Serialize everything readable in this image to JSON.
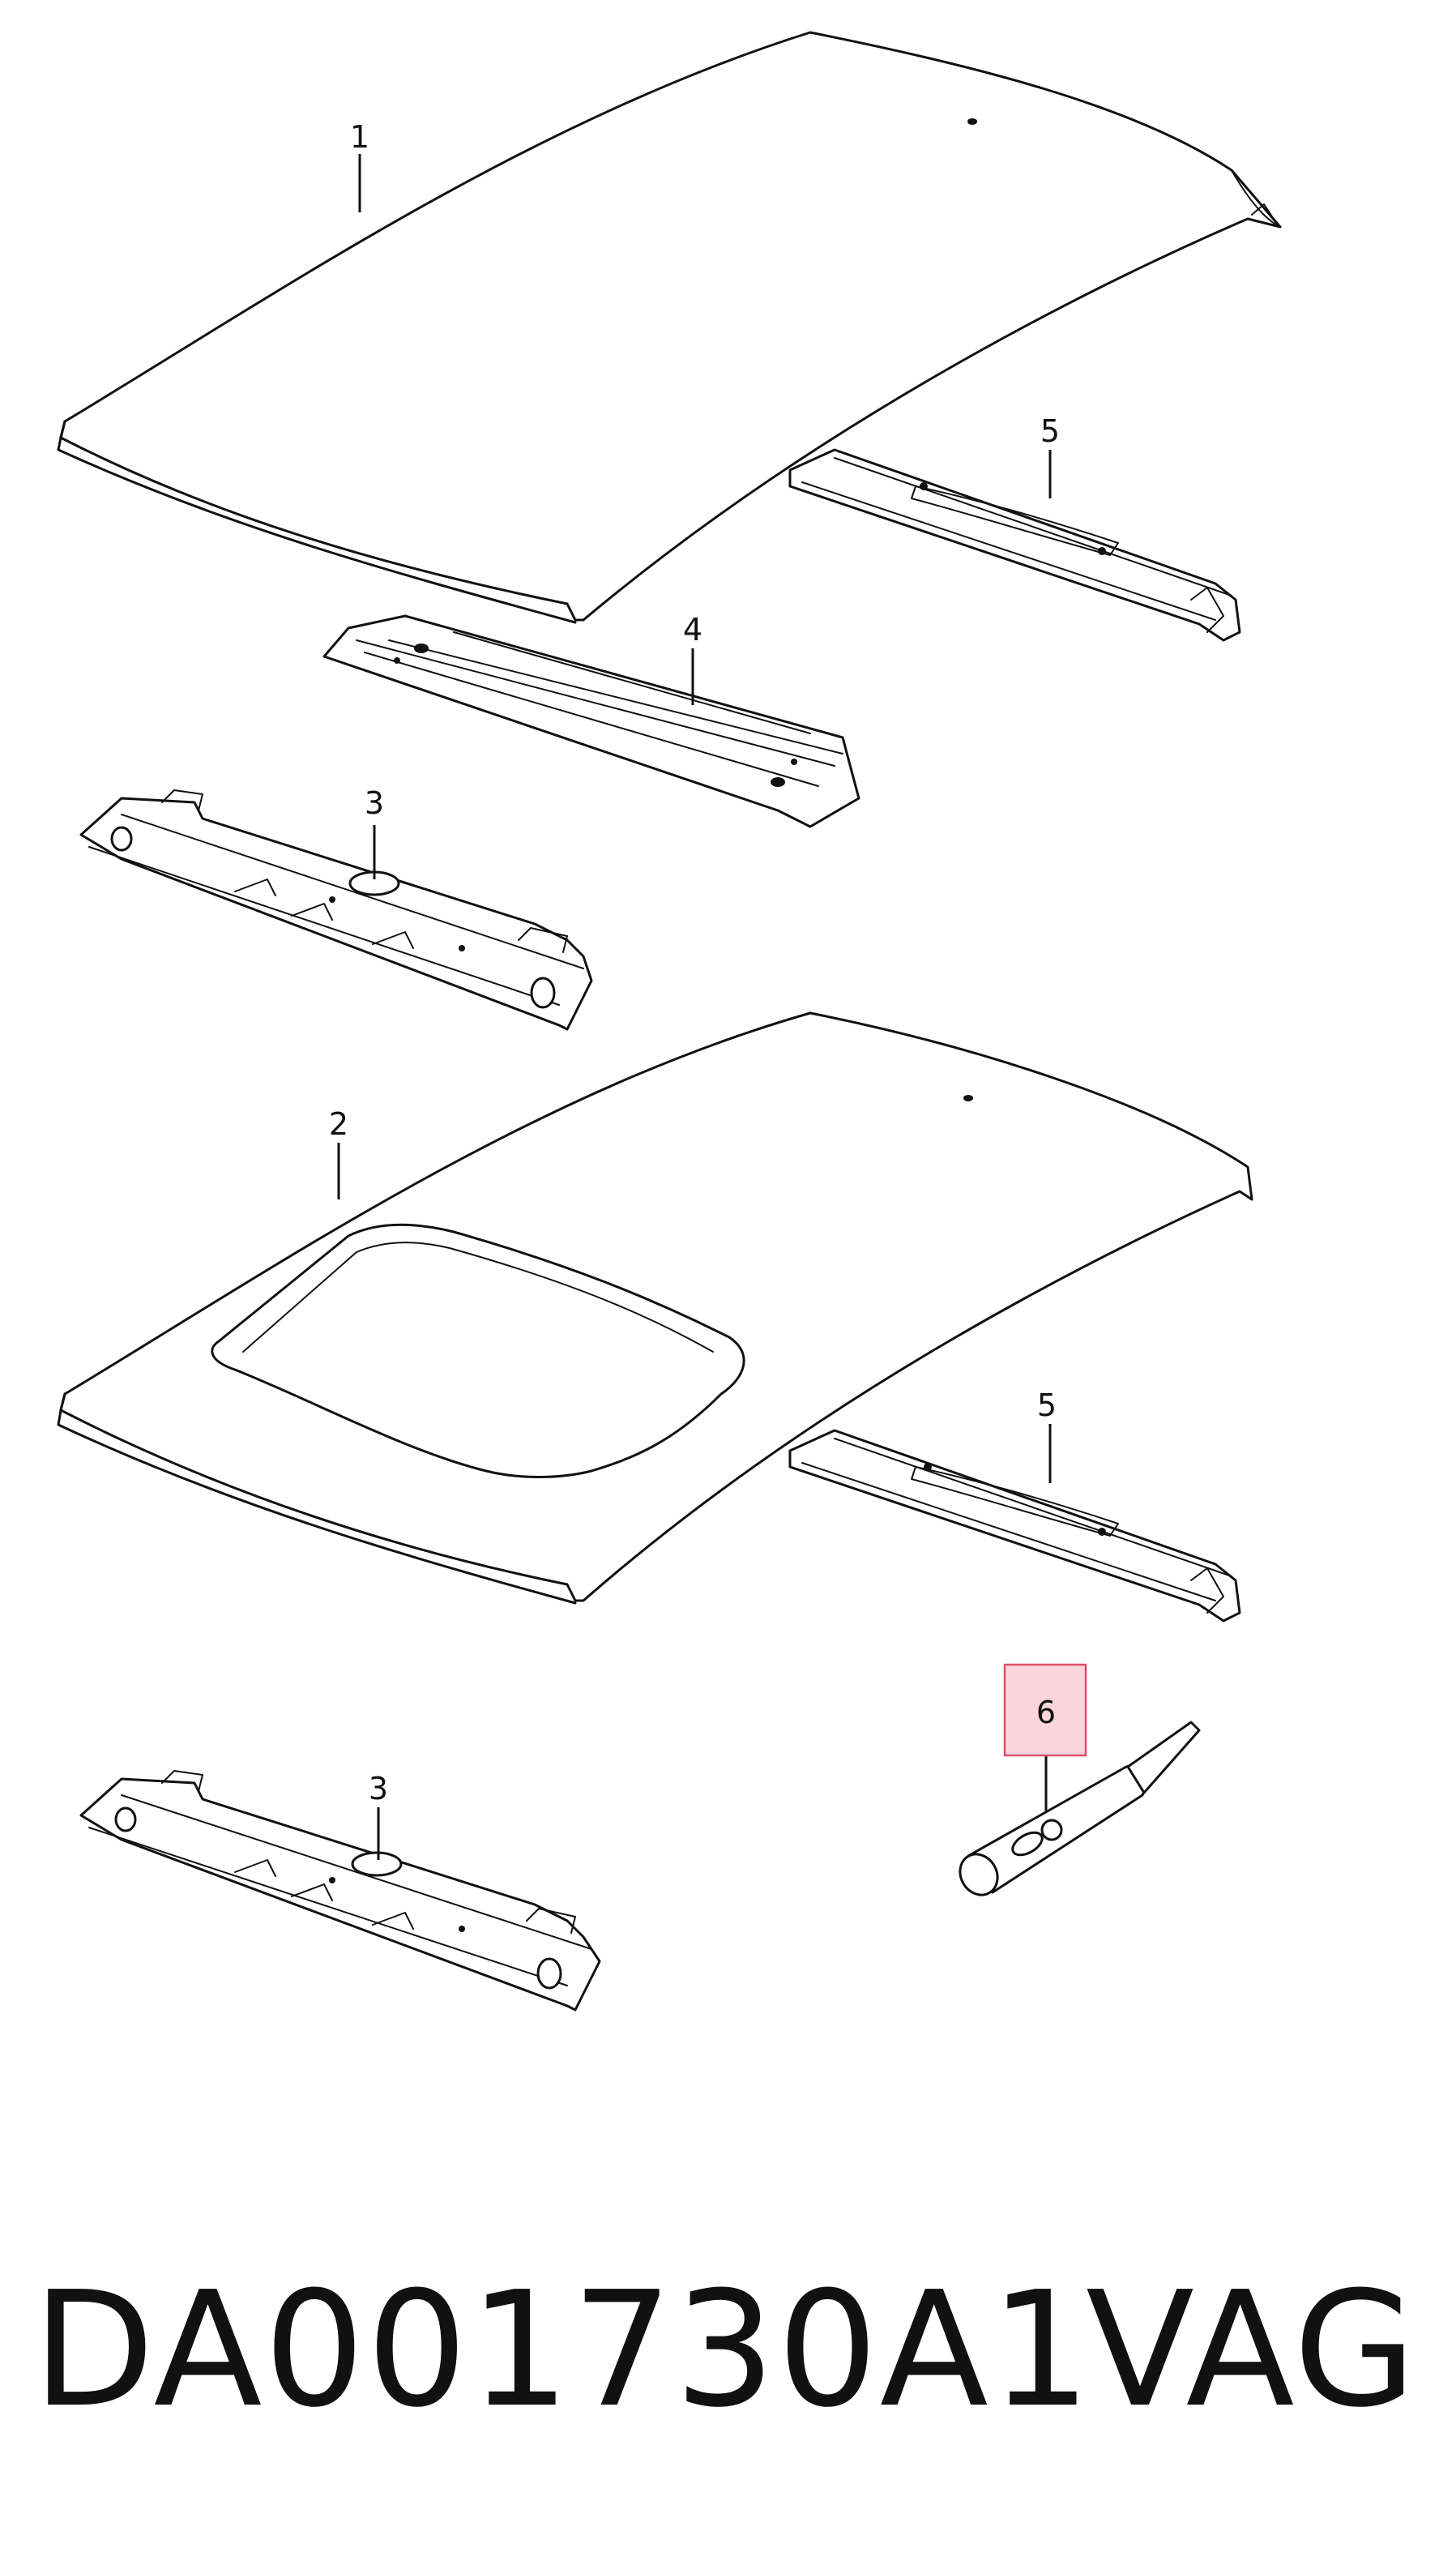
{
  "callouts": {
    "c1": "1",
    "c2": "2",
    "c3a": "3",
    "c3b": "3",
    "c4": "4",
    "c5a": "5",
    "c5b": "5",
    "c6": "6"
  },
  "footer": {
    "part_number": "DA001730A1",
    "brand": "VAG"
  },
  "colors": {
    "highlight_fill": "#fbd5dc",
    "highlight_border": "#d9506a",
    "line": "#111111"
  }
}
